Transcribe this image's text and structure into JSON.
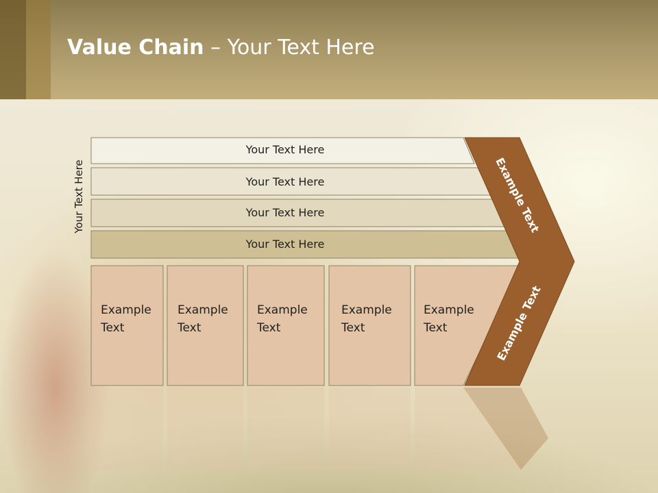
{
  "slide": {
    "title_bold": "Value Chain",
    "title_rest": " – Your Text Here",
    "side_label": "Your Text Here",
    "rows": [
      {
        "label": "Your Text Here"
      },
      {
        "label": "Your Text Here"
      },
      {
        "label": "Your Text Here"
      },
      {
        "label": "Your Text Here"
      }
    ],
    "boxes": [
      {
        "line1": "Example",
        "line2": "Text"
      },
      {
        "line1": "Example",
        "line2": "Text"
      },
      {
        "line1": "Example",
        "line2": "Text"
      },
      {
        "line1": "Example",
        "line2": "Text"
      },
      {
        "line1": "Example",
        "line2": "Text"
      }
    ],
    "chevron_top": "Example Text",
    "chevron_bottom": "Example Text"
  },
  "colors": {
    "chevron": "#9a5f2c",
    "box_fill": "#e3c4a6",
    "row_fill_1": "#f3f0e6",
    "row_fill_2": "#ebe4d0",
    "row_fill_3": "#e2d8bd",
    "row_fill_4": "#cfbf95"
  }
}
